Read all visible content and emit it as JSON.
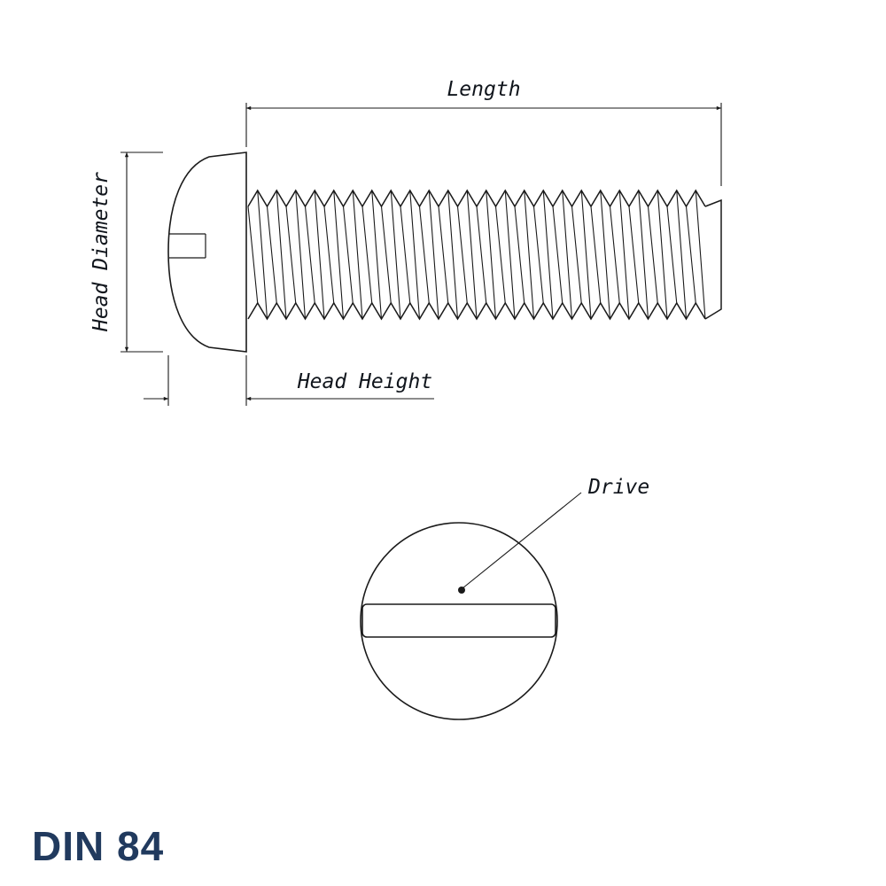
{
  "title": "DIN 84",
  "drawing": {
    "labels": {
      "length": "Length",
      "head_diameter": "Head Diameter",
      "head_height": "Head Height",
      "drive": "Drive"
    },
    "colors": {
      "line": "#1a1a1a",
      "label_text": "#10151c",
      "title_text": "#213a5e",
      "background": "#ffffff"
    }
  }
}
